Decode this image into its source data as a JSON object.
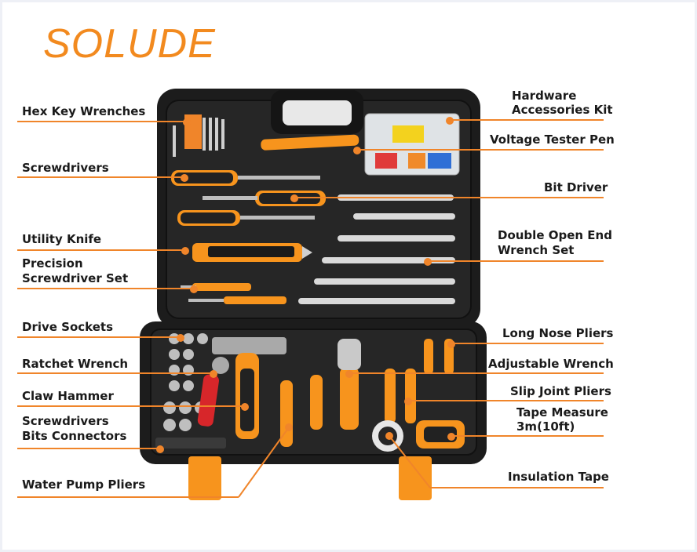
{
  "brand": "SOLUDE",
  "colors": {
    "accent": "#f0852a",
    "case": "#1c1c1c",
    "handle": "#f7941d"
  },
  "labels_left": [
    {
      "id": "hex",
      "text": "Hex Key Wrenches"
    },
    {
      "id": "screwdrivers",
      "text": "Screwdrivers"
    },
    {
      "id": "knife",
      "text": "Utility Knife"
    },
    {
      "id": "precision1",
      "text": "Precision"
    },
    {
      "id": "precision2",
      "text": "Screwdriver Set"
    },
    {
      "id": "sockets",
      "text": "Drive Sockets"
    },
    {
      "id": "ratchet",
      "text": "Ratchet Wrench"
    },
    {
      "id": "hammer",
      "text": "Claw Hammer"
    },
    {
      "id": "bits1",
      "text": "Screwdrivers"
    },
    {
      "id": "bits2",
      "text": "Bits Connectors"
    },
    {
      "id": "pump",
      "text": "Water Pump Pliers"
    }
  ],
  "labels_right": [
    {
      "id": "hw1",
      "text": "Hardware"
    },
    {
      "id": "hw2",
      "text": "Accessories Kit"
    },
    {
      "id": "tester",
      "text": "Voltage Tester Pen"
    },
    {
      "id": "bitdriver",
      "text": "Bit Driver"
    },
    {
      "id": "wrench1",
      "text": "Double Open End"
    },
    {
      "id": "wrench2",
      "text": "Wrench Set"
    },
    {
      "id": "longnose",
      "text": "Long Nose Pliers"
    },
    {
      "id": "adjust",
      "text": "Adjustable Wrench"
    },
    {
      "id": "slip",
      "text": "Slip Joint Pliers"
    },
    {
      "id": "tape1",
      "text": "Tape Measure"
    },
    {
      "id": "tape2",
      "text": "3m(10ft)"
    },
    {
      "id": "insul",
      "text": "Insulation Tape"
    }
  ]
}
